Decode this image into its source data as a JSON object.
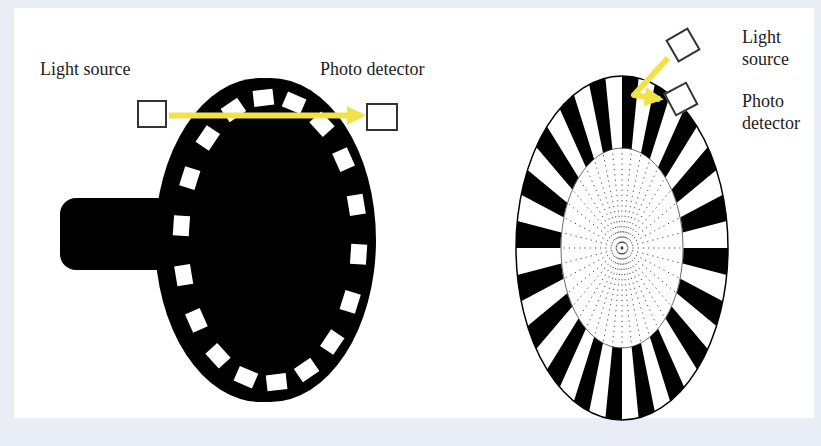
{
  "diagram": {
    "nodes": [
      {
        "text": [
          "Light source"
        ]
      },
      {
        "text": [
          "Photo detector"
        ]
      },
      {
        "text": [
          "Light source"
        ]
      },
      {
        "text": [
          "Photo detector"
        ]
      }
    ],
    "edges": [
      {
        "from": 0,
        "to": 1,
        "arrow": "to"
      },
      {
        "from": 2,
        "to": 3,
        "arrow": "to"
      }
    ]
  }
}
